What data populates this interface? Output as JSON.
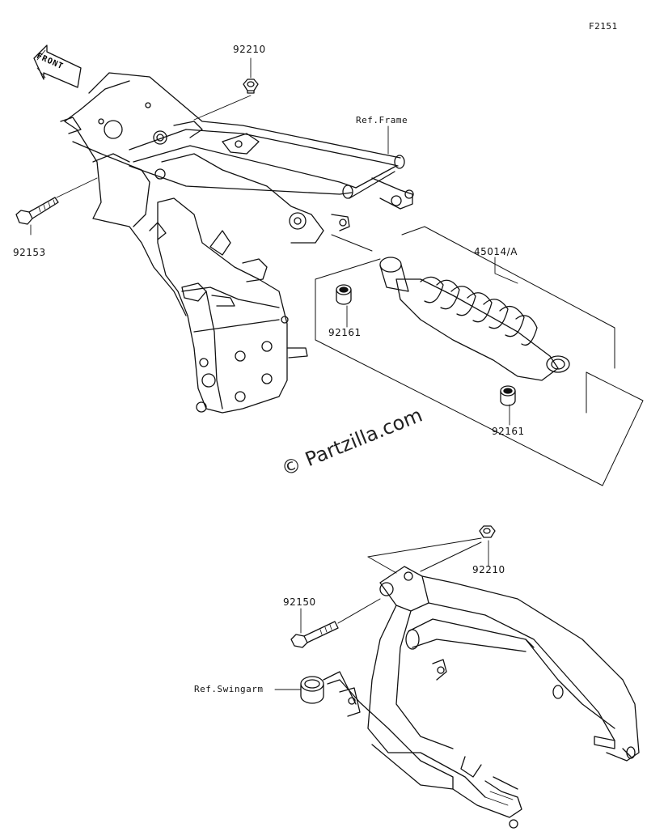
{
  "figure_code": "F2151",
  "front_arrow_text": "FRONT",
  "watermark": "© Partzilla.com",
  "labels": {
    "nut_top": "92210",
    "ref_frame": "Ref.Frame",
    "bolt_left": "92153",
    "shock_assy": "45014/A",
    "collar_upper": "92161",
    "collar_lower": "92161",
    "nut_lower": "92210",
    "bolt_lower": "92150",
    "ref_swingarm": "Ref.Swingarm"
  }
}
